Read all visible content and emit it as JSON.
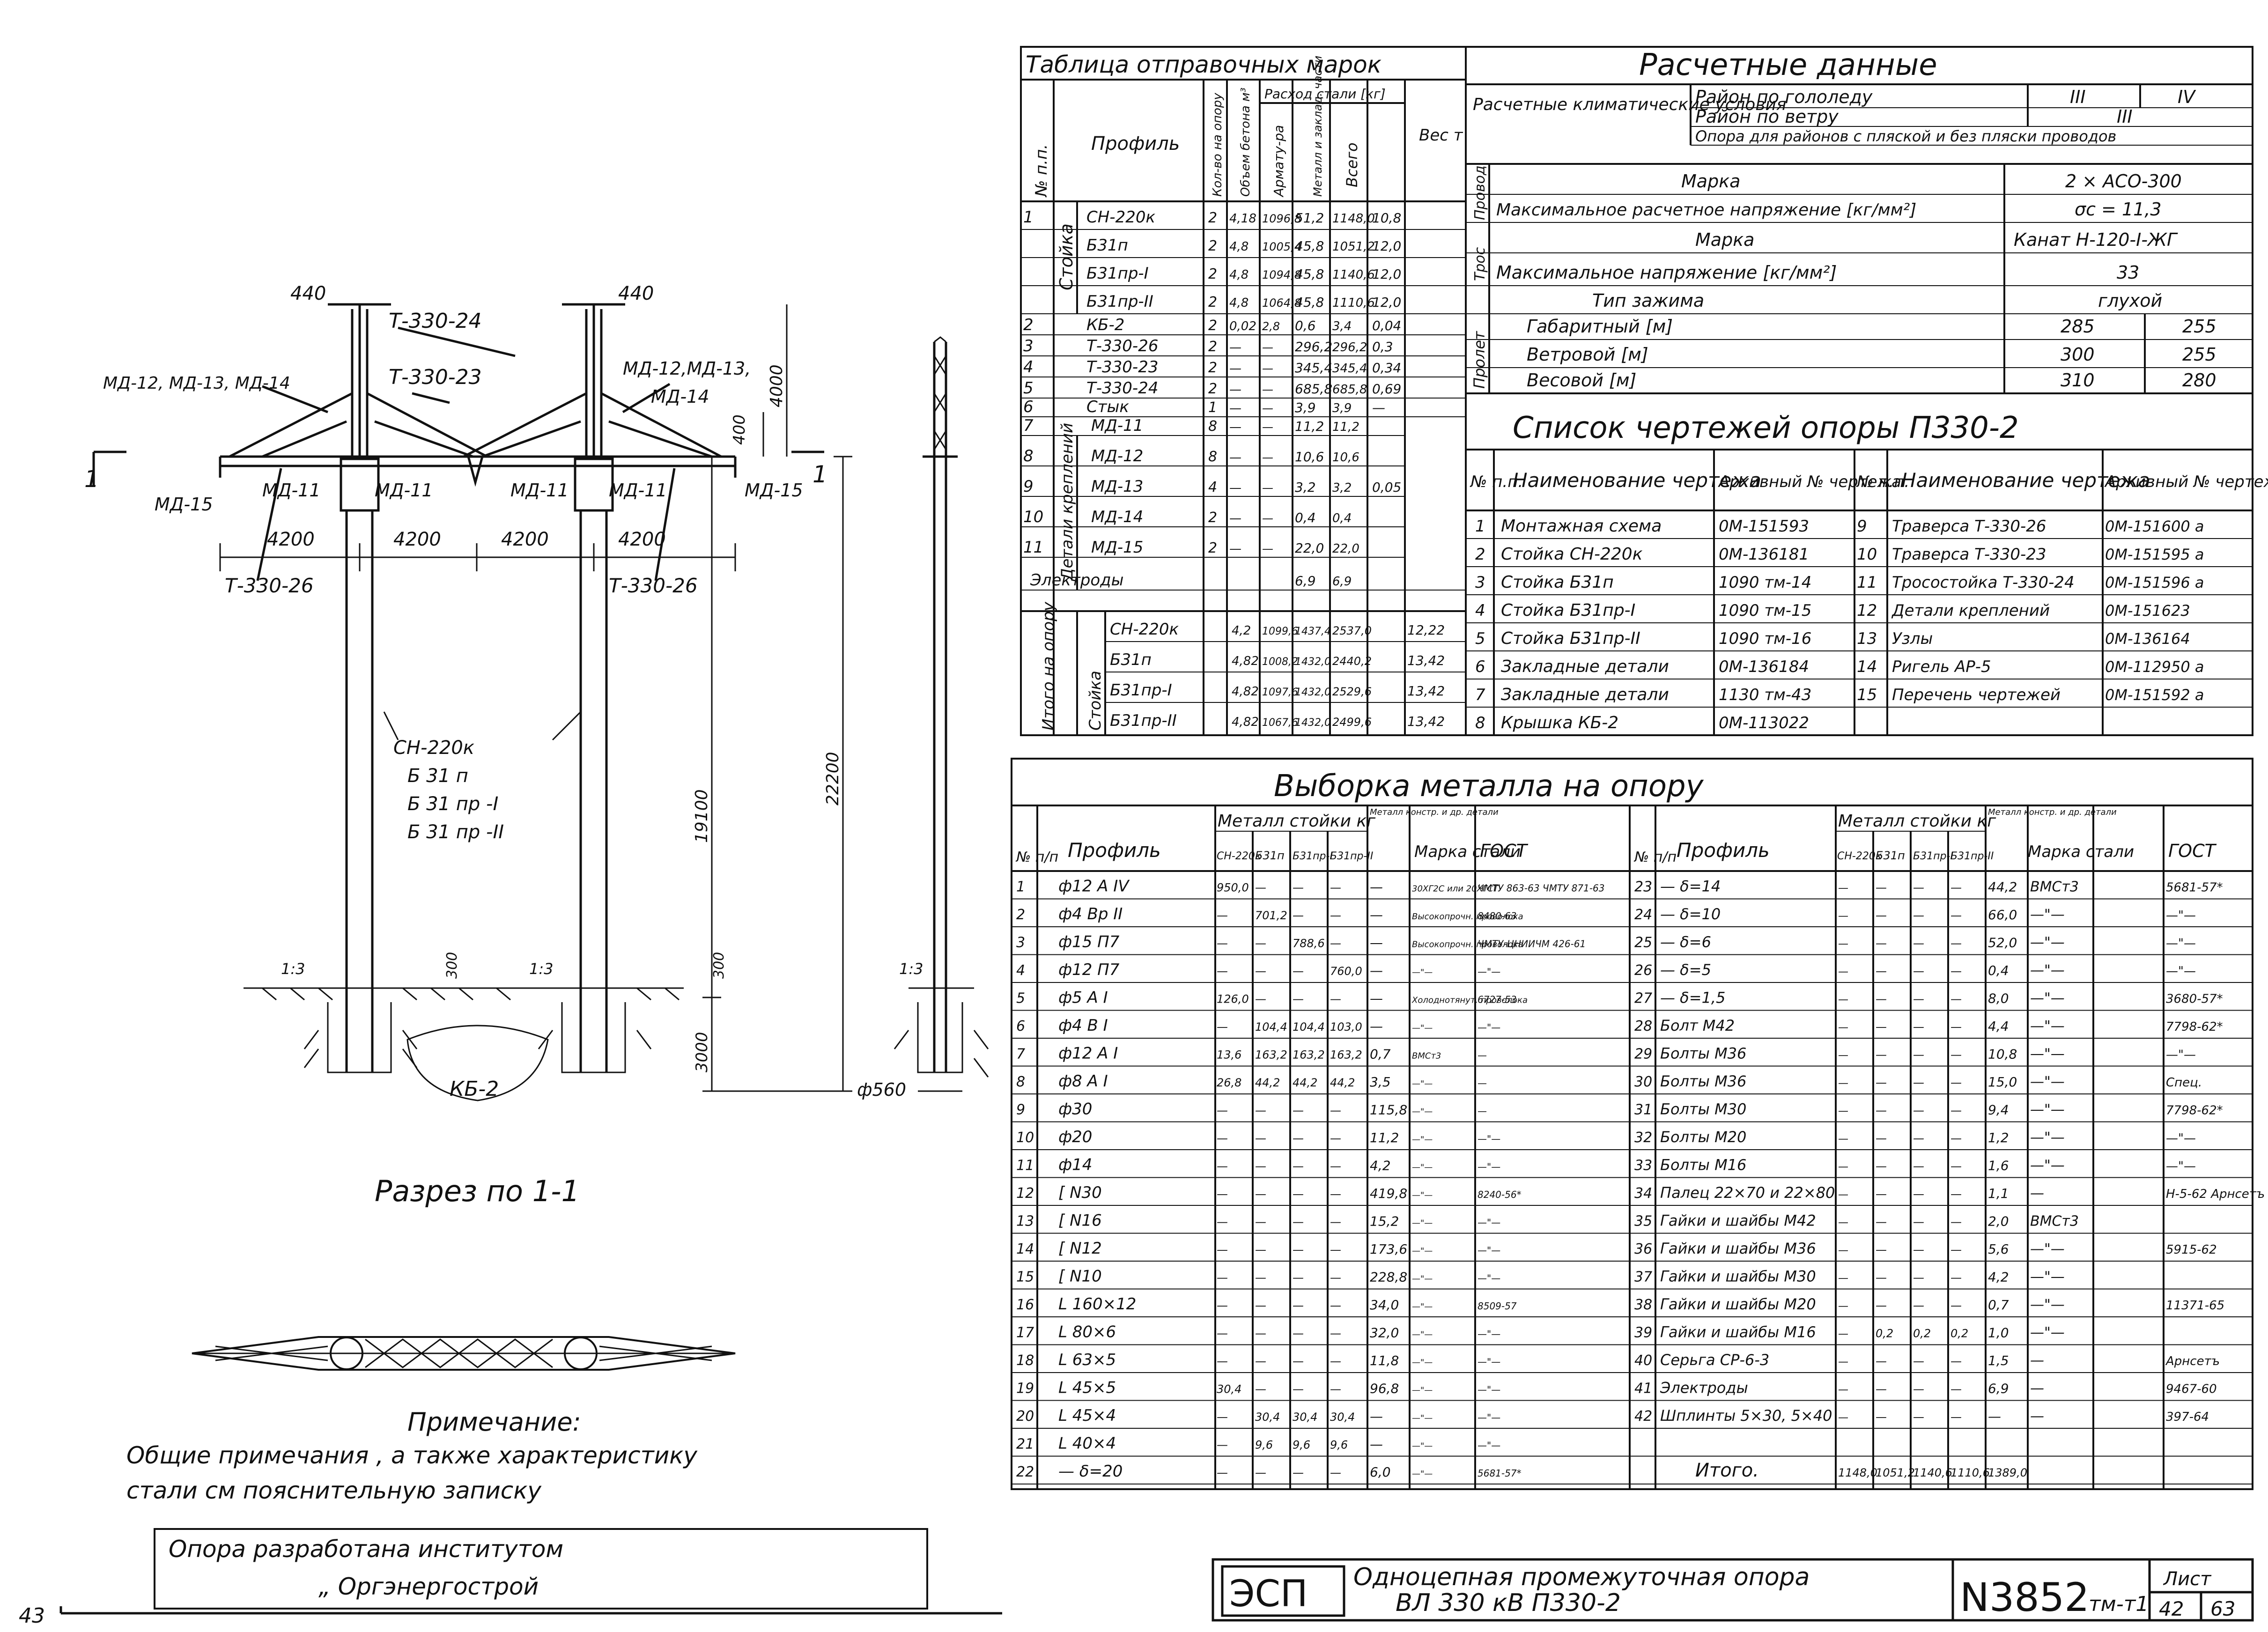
{
  "drawing": {
    "page_number": "43",
    "dim_440_left": "440",
    "dim_440_right": "440",
    "label_t330_24": "Т-330-24",
    "label_t330_23": "Т-330-23",
    "label_t330_26_left": "Т-330-26",
    "label_t330_26_right": "Т-330-26",
    "label_md_left": "МД-12, МД-13, МД-14",
    "label_md_right1": "МД-12,МД-13,",
    "label_md_right2": "МД-14",
    "label_md11_a": "МД-11",
    "label_md11_b": "МД-11",
    "label_md11_c": "МД-11",
    "label_md11_d": "МД-11",
    "label_md15_left": "МД-15",
    "label_md15_right": "МД-15",
    "dim_4200_1": "4200",
    "dim_4200_2": "4200",
    "dim_4200_3": "4200",
    "dim_4200_4": "4200",
    "dim_400": "400",
    "dim_4000": "4000",
    "dim_19100": "19100",
    "dim_22200": "22200",
    "dim_3000": "3000",
    "dim_300_a": "300",
    "dim_300_b": "300",
    "slope_a": "1:3",
    "slope_b": "1:3",
    "slope_c": "1:3",
    "section_mark_left": "1",
    "section_mark_right": "1",
    "label_kb2": "КБ-2",
    "label_phi560": "ф560",
    "stand_lines": [
      "СН-220к",
      "Б 31 п",
      "Б 31 пр -I",
      "Б 31 пр -II"
    ],
    "section_title": "Разрез по 1-1",
    "note_title": "Примечание:",
    "note_line1": "Общие примечания , а также характеристику",
    "note_line2": "стали см пояснительную записку",
    "stamp_line1": "Опора   разработана   институтом",
    "stamp_line2": "„ Оргэнергострой"
  },
  "shipping_table": {
    "title": "Таблица отправочных марок",
    "headers": {
      "num": "№ п.п.",
      "profile": "Профиль",
      "qty": "Кол-во на опору",
      "volume": "Объем бетона м³",
      "steel_group": "Расход стали [кг]",
      "armature": "Армату-ра",
      "metal": "Металл и заклад. части",
      "total": "Всего",
      "weight": "Вес т"
    },
    "group_stand": "Стойка",
    "group_details": "Детали креплений",
    "group_total": "Итого на опору",
    "group_total_stand": "Стойка",
    "rows": [
      [
        "1",
        "СН-220к",
        "2",
        "4,18",
        "1096,8",
        "51,2",
        "1148,0",
        "10,8"
      ],
      [
        "",
        "Б31п",
        "2",
        "4,8",
        "1005,4",
        "45,8",
        "1051,2",
        "12,0"
      ],
      [
        "",
        "Б31пр-I",
        "2",
        "4,8",
        "1094,8",
        "45,8",
        "1140,6",
        "12,0"
      ],
      [
        "",
        "Б31пр-II",
        "2",
        "4,8",
        "1064,8",
        "45,8",
        "1110,6",
        "12,0"
      ],
      [
        "2",
        "КБ-2",
        "2",
        "0,02",
        "2,8",
        "0,6",
        "3,4",
        "0,04"
      ],
      [
        "3",
        "Т-330-26",
        "2",
        "—",
        "—",
        "296,2",
        "296,2",
        "0,3"
      ],
      [
        "4",
        "Т-330-23",
        "2",
        "—",
        "—",
        "345,4",
        "345,4",
        "0,34"
      ],
      [
        "5",
        "Т-330-24",
        "2",
        "—",
        "—",
        "685,8",
        "685,8",
        "0,69"
      ],
      [
        "6",
        "Стык",
        "1",
        "—",
        "—",
        "3,9",
        "3,9",
        "—"
      ],
      [
        "7",
        "МД-11",
        "8",
        "—",
        "—",
        "11,2",
        "11,2",
        ""
      ],
      [
        "8",
        "МД-12",
        "8",
        "—",
        "—",
        "10,6",
        "10,6",
        ""
      ],
      [
        "9",
        "МД-13",
        "4",
        "—",
        "—",
        "3,2",
        "3,2",
        "0,05"
      ],
      [
        "10",
        "МД-14",
        "2",
        "—",
        "—",
        "0,4",
        "0,4",
        ""
      ],
      [
        "11",
        "МД-15",
        "2",
        "—",
        "—",
        "22,0",
        "22,0",
        ""
      ],
      [
        "",
        "Электроды",
        "",
        "",
        "",
        "6,9",
        "6,9",
        ""
      ]
    ],
    "totals": [
      [
        "СН-220к",
        "4,2",
        "1099,6",
        "1437,4",
        "2537,0",
        "12,22"
      ],
      [
        "Б31п",
        "4,82",
        "1008,2",
        "1432,0",
        "2440,2",
        "13,42"
      ],
      [
        "Б31пр-I",
        "4,82",
        "1097,6",
        "1432,0",
        "2529,6",
        "13,42"
      ],
      [
        "Б31пр-II",
        "4,82",
        "1067,6",
        "1432,0",
        "2499,6",
        "13,42"
      ]
    ]
  },
  "calc": {
    "title": "Расчетные данные",
    "climatic": "Расчетные климатические условия",
    "ice": "Район по гололеду",
    "ice_v1": "III",
    "ice_v2": "IV",
    "wind": "Район по ветру",
    "wind_v": "III",
    "note": "Опора для районов с пляской и без пляски проводов",
    "group_wire": "Провод",
    "group_rope": "Трос",
    "group_span": "Пролет",
    "wire_mark": "Марка",
    "wire_mark_v": "2 × АСО-300",
    "wire_stress": "Максимальное расчетное напряжение [кг/мм²]",
    "wire_stress_v": "σc = 11,3",
    "rope_mark": "Марка",
    "rope_mark_v": "Канат Н-120-I-ЖГ",
    "rope_stress": "Максимальное напряжение   [кг/мм²]",
    "rope_stress_v": "33",
    "clamp": "Тип зажима",
    "clamp_v": "глухой",
    "span_gab": "Габаритный   [м]",
    "span_gab_v1": "285",
    "span_gab_v2": "255",
    "span_wind": "Ветровой   [м]",
    "span_wind_v1": "300",
    "span_wind_v2": "255",
    "span_weight": "Весовой   [м]",
    "span_weight_v1": "310",
    "span_weight_v2": "280"
  },
  "drawings_list": {
    "title": "Список чертежей опоры П330-2",
    "headers": {
      "num": "№ п.п.",
      "name": "Наименование чертежа",
      "archive": "Архивный № чертежа"
    },
    "left": [
      [
        "1",
        "Монтажная схема",
        "0М-151593"
      ],
      [
        "2",
        "Стойка СН-220к",
        "0М-136181"
      ],
      [
        "3",
        "Стойка Б31п",
        "1090 тм-14"
      ],
      [
        "4",
        "Стойка Б31пр-I",
        "1090 тм-15"
      ],
      [
        "5",
        "Стойка Б31пр-II",
        "1090 тм-16"
      ],
      [
        "6",
        "Закладные детали",
        "0М-136184"
      ],
      [
        "7",
        "Закладные детали",
        "1130 тм-43"
      ],
      [
        "8",
        "Крышка КБ-2",
        "0М-113022"
      ]
    ],
    "right": [
      [
        "9",
        "Траверса Т-330-26",
        "0М-151600 а"
      ],
      [
        "10",
        "Траверса Т-330-23",
        "0М-151595 а"
      ],
      [
        "11",
        "Тросостойка Т-330-24",
        "0М-151596 а"
      ],
      [
        "12",
        "Детали креплений",
        "0М-151623"
      ],
      [
        "13",
        "Узлы",
        "0М-136164"
      ],
      [
        "14",
        "Ригель АР-5",
        "0М-112950 а"
      ],
      [
        "15",
        "Перечень чертежей",
        "0М-151592 а"
      ]
    ]
  },
  "metal": {
    "title": "Выборка металла на опору",
    "headers": {
      "num": "№ п/п",
      "profile": "Профиль",
      "group": "Металл стойки кг",
      "c1": "СН-220к",
      "c2": "Б31п",
      "c3": "Б31пр-I",
      "c4": "Б31пр-II",
      "c5": "Металл констр. и др. детали",
      "mark": "Марка стали",
      "gost": "ГОСТ"
    },
    "left": [
      [
        "1",
        "ф12 А IV",
        "950,0",
        "—",
        "—",
        "—",
        "—",
        "30ХГ2С или 20ХГСТ",
        "ЧМТУ 863-63 ЧМТУ 871-63"
      ],
      [
        "2",
        "ф4 Вр II",
        "—",
        "701,2",
        "—",
        "—",
        "—",
        "Высокопрочн. проволока",
        "8480-63"
      ],
      [
        "3",
        "ф15 П7",
        "—",
        "—",
        "788,6",
        "—",
        "—",
        "Высокопрочн. проволока",
        "ЧМТУ-ЦНИИЧМ 426-61"
      ],
      [
        "4",
        "ф12 П7",
        "—",
        "—",
        "—",
        "760,0",
        "—",
        "—\"—",
        "—\"—"
      ],
      [
        "5",
        "ф5 А I",
        "126,0",
        "—",
        "—",
        "—",
        "—",
        "Холоднотянут. проволока",
        "6727-53"
      ],
      [
        "6",
        "ф4 В I",
        "—",
        "104,4",
        "104,4",
        "103,0",
        "—",
        "—\"—",
        "—\"—"
      ],
      [
        "7",
        "ф12 А I",
        "13,6",
        "163,2",
        "163,2",
        "163,2",
        "0,7",
        "ВМСт3",
        "—"
      ],
      [
        "8",
        "ф8 А I",
        "26,8",
        "44,2",
        "44,2",
        "44,2",
        "3,5",
        "—\"—",
        "—"
      ],
      [
        "9",
        "ф30",
        "—",
        "—",
        "—",
        "—",
        "115,8",
        "—\"—",
        "—"
      ],
      [
        "10",
        "ф20",
        "—",
        "—",
        "—",
        "—",
        "11,2",
        "—\"—",
        "—\"—"
      ],
      [
        "11",
        "ф14",
        "—",
        "—",
        "—",
        "—",
        "4,2",
        "—\"—",
        "—\"—"
      ],
      [
        "12",
        "[ N30",
        "—",
        "—",
        "—",
        "—",
        "419,8",
        "—\"—",
        "8240-56*"
      ],
      [
        "13",
        "[ N16",
        "—",
        "—",
        "—",
        "—",
        "15,2",
        "—\"—",
        "—\"—"
      ],
      [
        "14",
        "[ N12",
        "—",
        "—",
        "—",
        "—",
        "173,6",
        "—\"—",
        "—\"—"
      ],
      [
        "15",
        "[ N10",
        "—",
        "—",
        "—",
        "—",
        "228,8",
        "—\"—",
        "—\"—"
      ],
      [
        "16",
        "L 160×12",
        "—",
        "—",
        "—",
        "—",
        "34,0",
        "—\"—",
        "8509-57"
      ],
      [
        "17",
        "L 80×6",
        "—",
        "—",
        "—",
        "—",
        "32,0",
        "—\"—",
        "—\"—"
      ],
      [
        "18",
        "L 63×5",
        "—",
        "—",
        "—",
        "—",
        "11,8",
        "—\"—",
        "—\"—"
      ],
      [
        "19",
        "L 45×5",
        "30,4",
        "—",
        "—",
        "—",
        "96,8",
        "—\"—",
        "—\"—"
      ],
      [
        "20",
        "L 45×4",
        "—",
        "30,4",
        "30,4",
        "30,4",
        "—",
        "—\"—",
        "—\"—"
      ],
      [
        "21",
        "L 40×4",
        "—",
        "9,6",
        "9,6",
        "9,6",
        "—",
        "—\"—",
        "—\"—"
      ],
      [
        "22",
        "— δ=20",
        "—",
        "—",
        "—",
        "—",
        "6,0",
        "—\"—",
        "5681-57*"
      ]
    ],
    "right": [
      [
        "23",
        "— δ=14",
        "—",
        "—",
        "—",
        "—",
        "44,2",
        "ВМСт3",
        "5681-57*"
      ],
      [
        "24",
        "— δ=10",
        "—",
        "—",
        "—",
        "—",
        "66,0",
        "—\"—",
        "—\"—"
      ],
      [
        "25",
        "— δ=6",
        "—",
        "—",
        "—",
        "—",
        "52,0",
        "—\"—",
        "—\"—"
      ],
      [
        "26",
        "— δ=5",
        "—",
        "—",
        "—",
        "—",
        "0,4",
        "—\"—",
        "—\"—"
      ],
      [
        "27",
        "— δ=1,5",
        "—",
        "—",
        "—",
        "—",
        "8,0",
        "—\"—",
        "3680-57*"
      ],
      [
        "28",
        "Болт М42",
        "—",
        "—",
        "—",
        "—",
        "4,4",
        "—\"—",
        "7798-62*"
      ],
      [
        "29",
        "Болты М36",
        "—",
        "—",
        "—",
        "—",
        "10,8",
        "—\"—",
        "—\"—"
      ],
      [
        "30",
        "Болты М36",
        "—",
        "—",
        "—",
        "—",
        "15,0",
        "—\"—",
        "Спец."
      ],
      [
        "31",
        "Болты М30",
        "—",
        "—",
        "—",
        "—",
        "9,4",
        "—\"—",
        "7798-62*"
      ],
      [
        "32",
        "Болты М20",
        "—",
        "—",
        "—",
        "—",
        "1,2",
        "—\"—",
        "—\"—"
      ],
      [
        "33",
        "Болты М16",
        "—",
        "—",
        "—",
        "—",
        "1,6",
        "—\"—",
        "—\"—"
      ],
      [
        "34",
        "Палец 22×70 и 22×80",
        "—",
        "—",
        "—",
        "—",
        "1,1",
        "—",
        "Н-5-62 Арнсетъ"
      ],
      [
        "35",
        "Гайки и шайбы М42",
        "—",
        "—",
        "—",
        "—",
        "2,0",
        "ВМСт3",
        ""
      ],
      [
        "36",
        "Гайки и шайбы М36",
        "—",
        "—",
        "—",
        "—",
        "5,6",
        "—\"—",
        "5915-62"
      ],
      [
        "37",
        "Гайки и шайбы М30",
        "—",
        "—",
        "—",
        "—",
        "4,2",
        "—\"—",
        ""
      ],
      [
        "38",
        "Гайки и шайбы М20",
        "—",
        "—",
        "—",
        "—",
        "0,7",
        "—\"—",
        "11371-65"
      ],
      [
        "39",
        "Гайки и шайбы М16",
        "—",
        "0,2",
        "0,2",
        "0,2",
        "1,0",
        "—\"—",
        ""
      ],
      [
        "40",
        "Серьга СР-6-3",
        "—",
        "—",
        "—",
        "—",
        "1,5",
        "—",
        "Арнсетъ"
      ],
      [
        "41",
        "Электроды",
        "—",
        "—",
        "—",
        "—",
        "6,9",
        "—",
        "9467-60"
      ],
      [
        "42",
        "Шплинты 5×30, 5×40",
        "—",
        "—",
        "—",
        "—",
        "—",
        "—",
        "397-64"
      ]
    ],
    "total_label": "Итого.",
    "total": [
      "1148,0",
      "1051,2",
      "1140,6",
      "1110,6",
      "1389,0"
    ]
  },
  "title_block": {
    "esp": "ЭСП",
    "title1": "Одноцепная  промежуточная  опора",
    "title2": "ВЛ 330 кВ                    П330-2",
    "code": "N3852",
    "code_suffix": "тм-т1",
    "sheet_label": "Лист",
    "sheet_num": "42",
    "sheet_total": "63"
  }
}
